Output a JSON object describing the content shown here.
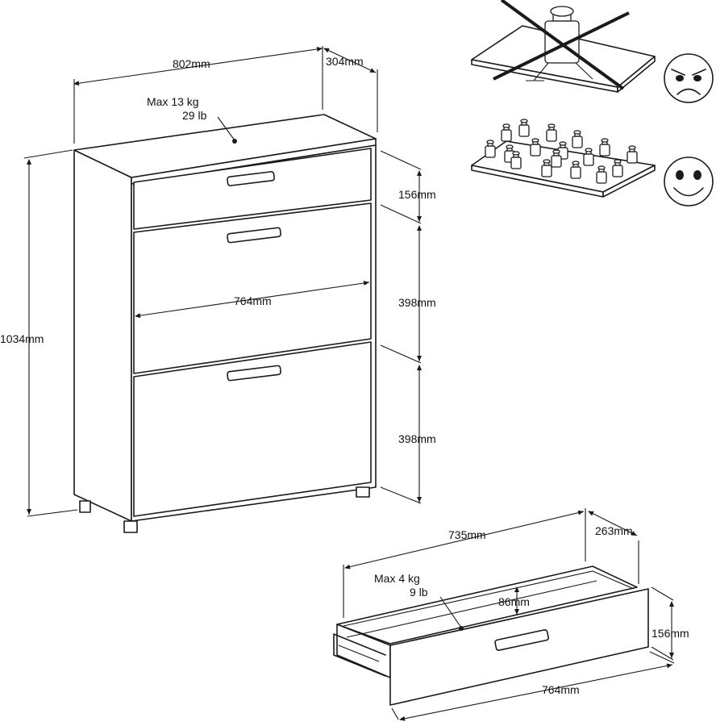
{
  "cabinet": {
    "width_label": "802mm",
    "depth_label": "304mm",
    "height_label": "1034mm",
    "inner_width_label": "764mm",
    "top_load_label_kg": "Max 13 kg",
    "top_load_label_lb": "29 lb",
    "drawer_height_label": "156mm",
    "flap1_height_label": "398mm",
    "flap2_height_label": "398mm"
  },
  "drawer": {
    "depth_label": "735mm",
    "side_label": "263mm",
    "inner_height_label": "86mm",
    "height_label": "156mm",
    "width_label": "764mm",
    "load_label_kg": "Max 4 kg",
    "load_label_lb": "9 lb"
  },
  "icons": {
    "wrong": "angry-face-icon",
    "right": "smiley-face-icon",
    "concentrated_weight": "single-weight-icon",
    "distributed_weight": "distributed-weights-icon"
  }
}
